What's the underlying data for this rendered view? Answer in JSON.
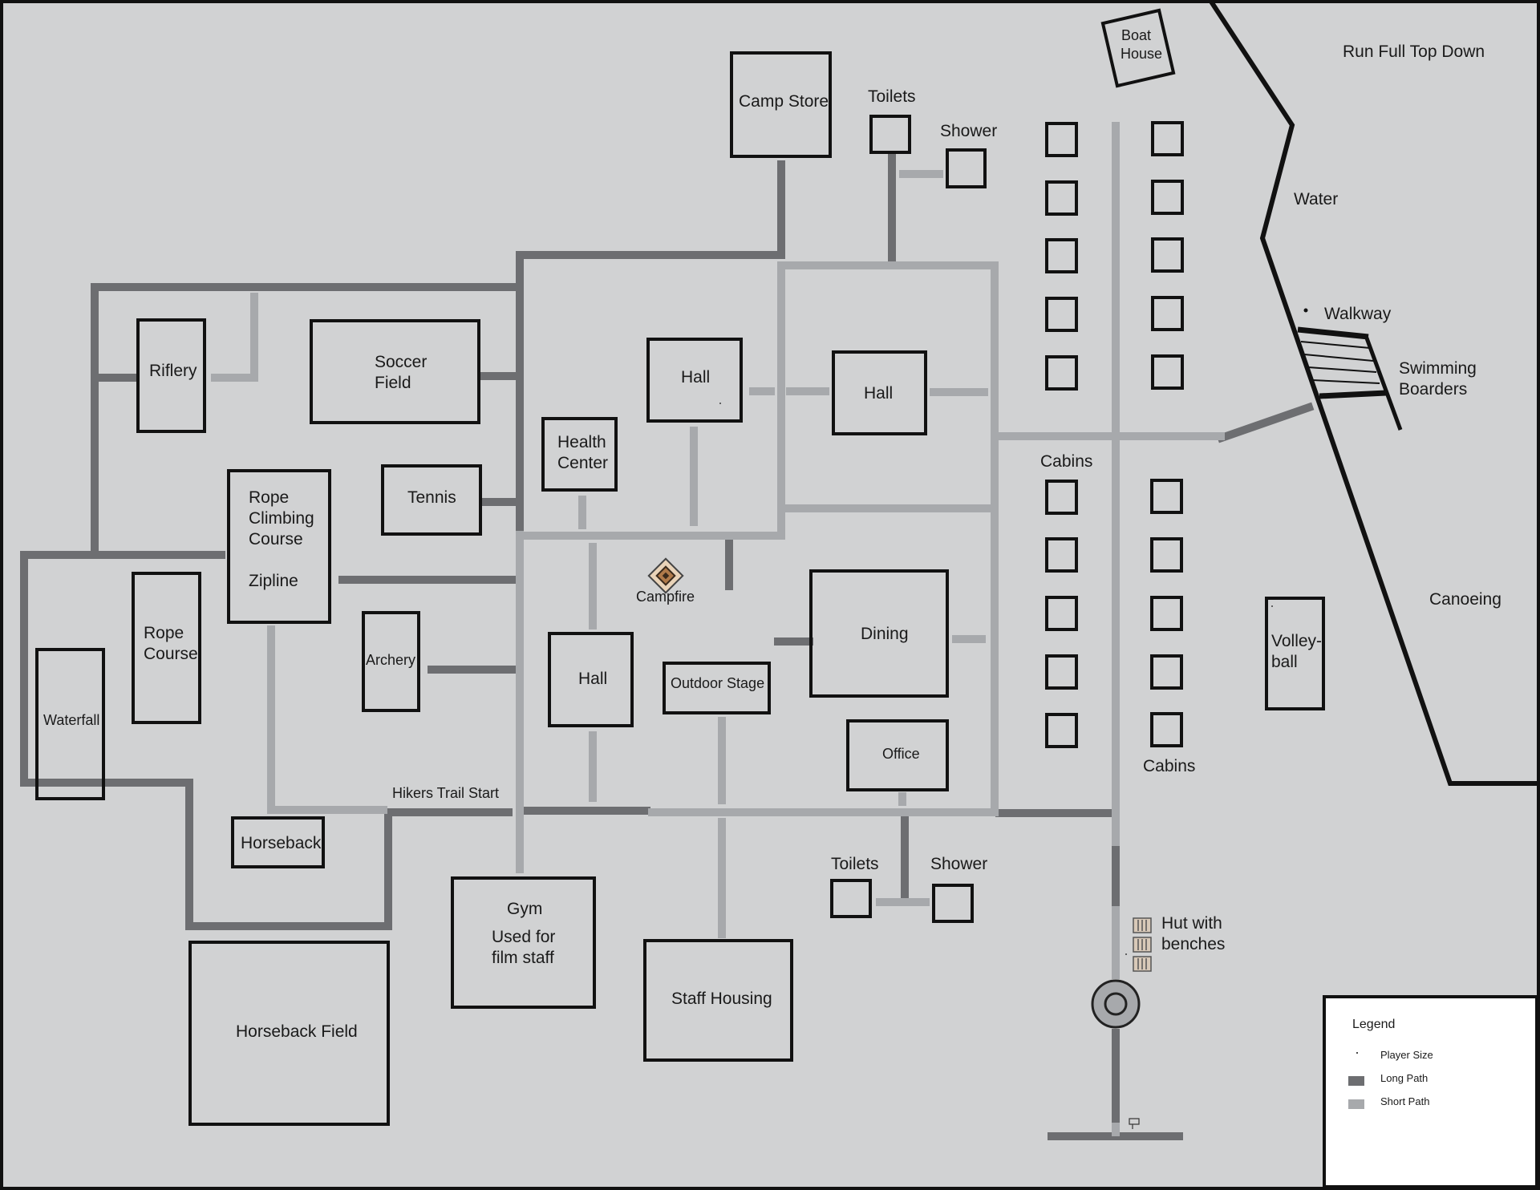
{
  "header": {
    "title": "Run Full Top Down"
  },
  "colors": {
    "background": "#d1d2d3",
    "long_path": "#6d6e71",
    "short_path": "#a7a9ac",
    "outline": "#111111",
    "campfire": "#c8a27a"
  },
  "regions": {
    "water": "Water",
    "canoeing": "Canoeing",
    "walkway": "Walkway",
    "swimming_1": "Swimming",
    "swimming_2": "Boarders"
  },
  "buildings": {
    "boat_house_1": "Boat",
    "boat_house_2": "House",
    "camp_store": "Camp Store",
    "toilets_top": "Toilets",
    "shower_top": "Shower",
    "riflery": "Riflery",
    "soccer_1": "Soccer",
    "soccer_2": "Field",
    "hall_a": "Hall",
    "hall_b": "Hall",
    "hall_c": "Hall",
    "health_1": "Health",
    "health_2": "Center",
    "tennis": "Tennis",
    "rope_climb_1": "Rope",
    "rope_climb_2": "Climbing",
    "rope_climb_3": "Course",
    "zipline": "Zipline",
    "rope_course_1": "Rope",
    "rope_course_2": "Course",
    "waterfall": "Waterfall",
    "archery": "Archery",
    "campfire": "Campfire",
    "outdoor_stage": "Outdoor Stage",
    "dining": "Dining",
    "office": "Office",
    "cabins_top": "Cabins",
    "cabins_bottom": "Cabins",
    "volleyball_1": "Volley-",
    "volleyball_2": "ball",
    "hikers_trail": "Hikers Trail Start",
    "horseback": "Horseback",
    "gym_1": "Gym",
    "gym_2": "Used for",
    "gym_3": "film staff",
    "staff_housing": "Staff Housing",
    "toilets_bottom": "Toilets",
    "shower_bottom": "Shower",
    "hut_1": "Hut with",
    "hut_2": "benches",
    "horseback_field": "Horseback Field"
  },
  "legend": {
    "title": "Legend",
    "items": [
      {
        "label": "Player Size",
        "kind": "dot"
      },
      {
        "label": "Long Path",
        "kind": "long"
      },
      {
        "label": "Short Path",
        "kind": "short"
      }
    ]
  }
}
